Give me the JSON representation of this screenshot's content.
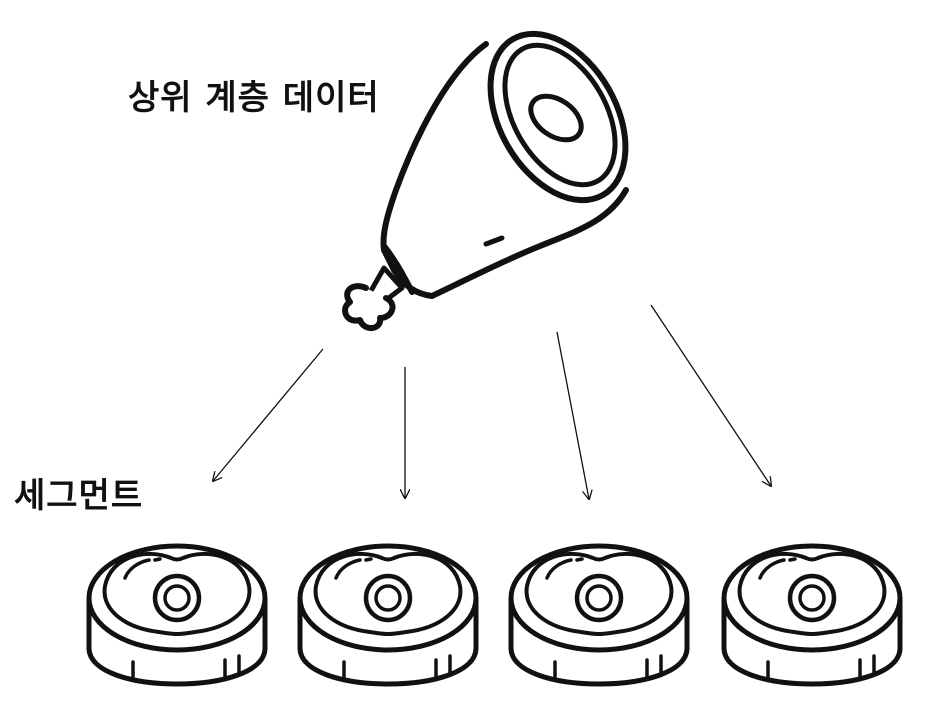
{
  "top_label": "상위 계층 데이터",
  "segment_label": "세그먼트",
  "icons": {
    "source": "ham-leg-icon",
    "segment": "meat-steak-slice-icon"
  },
  "segment_count": 4,
  "colors": {
    "stroke": "#111111",
    "background": "#ffffff"
  }
}
